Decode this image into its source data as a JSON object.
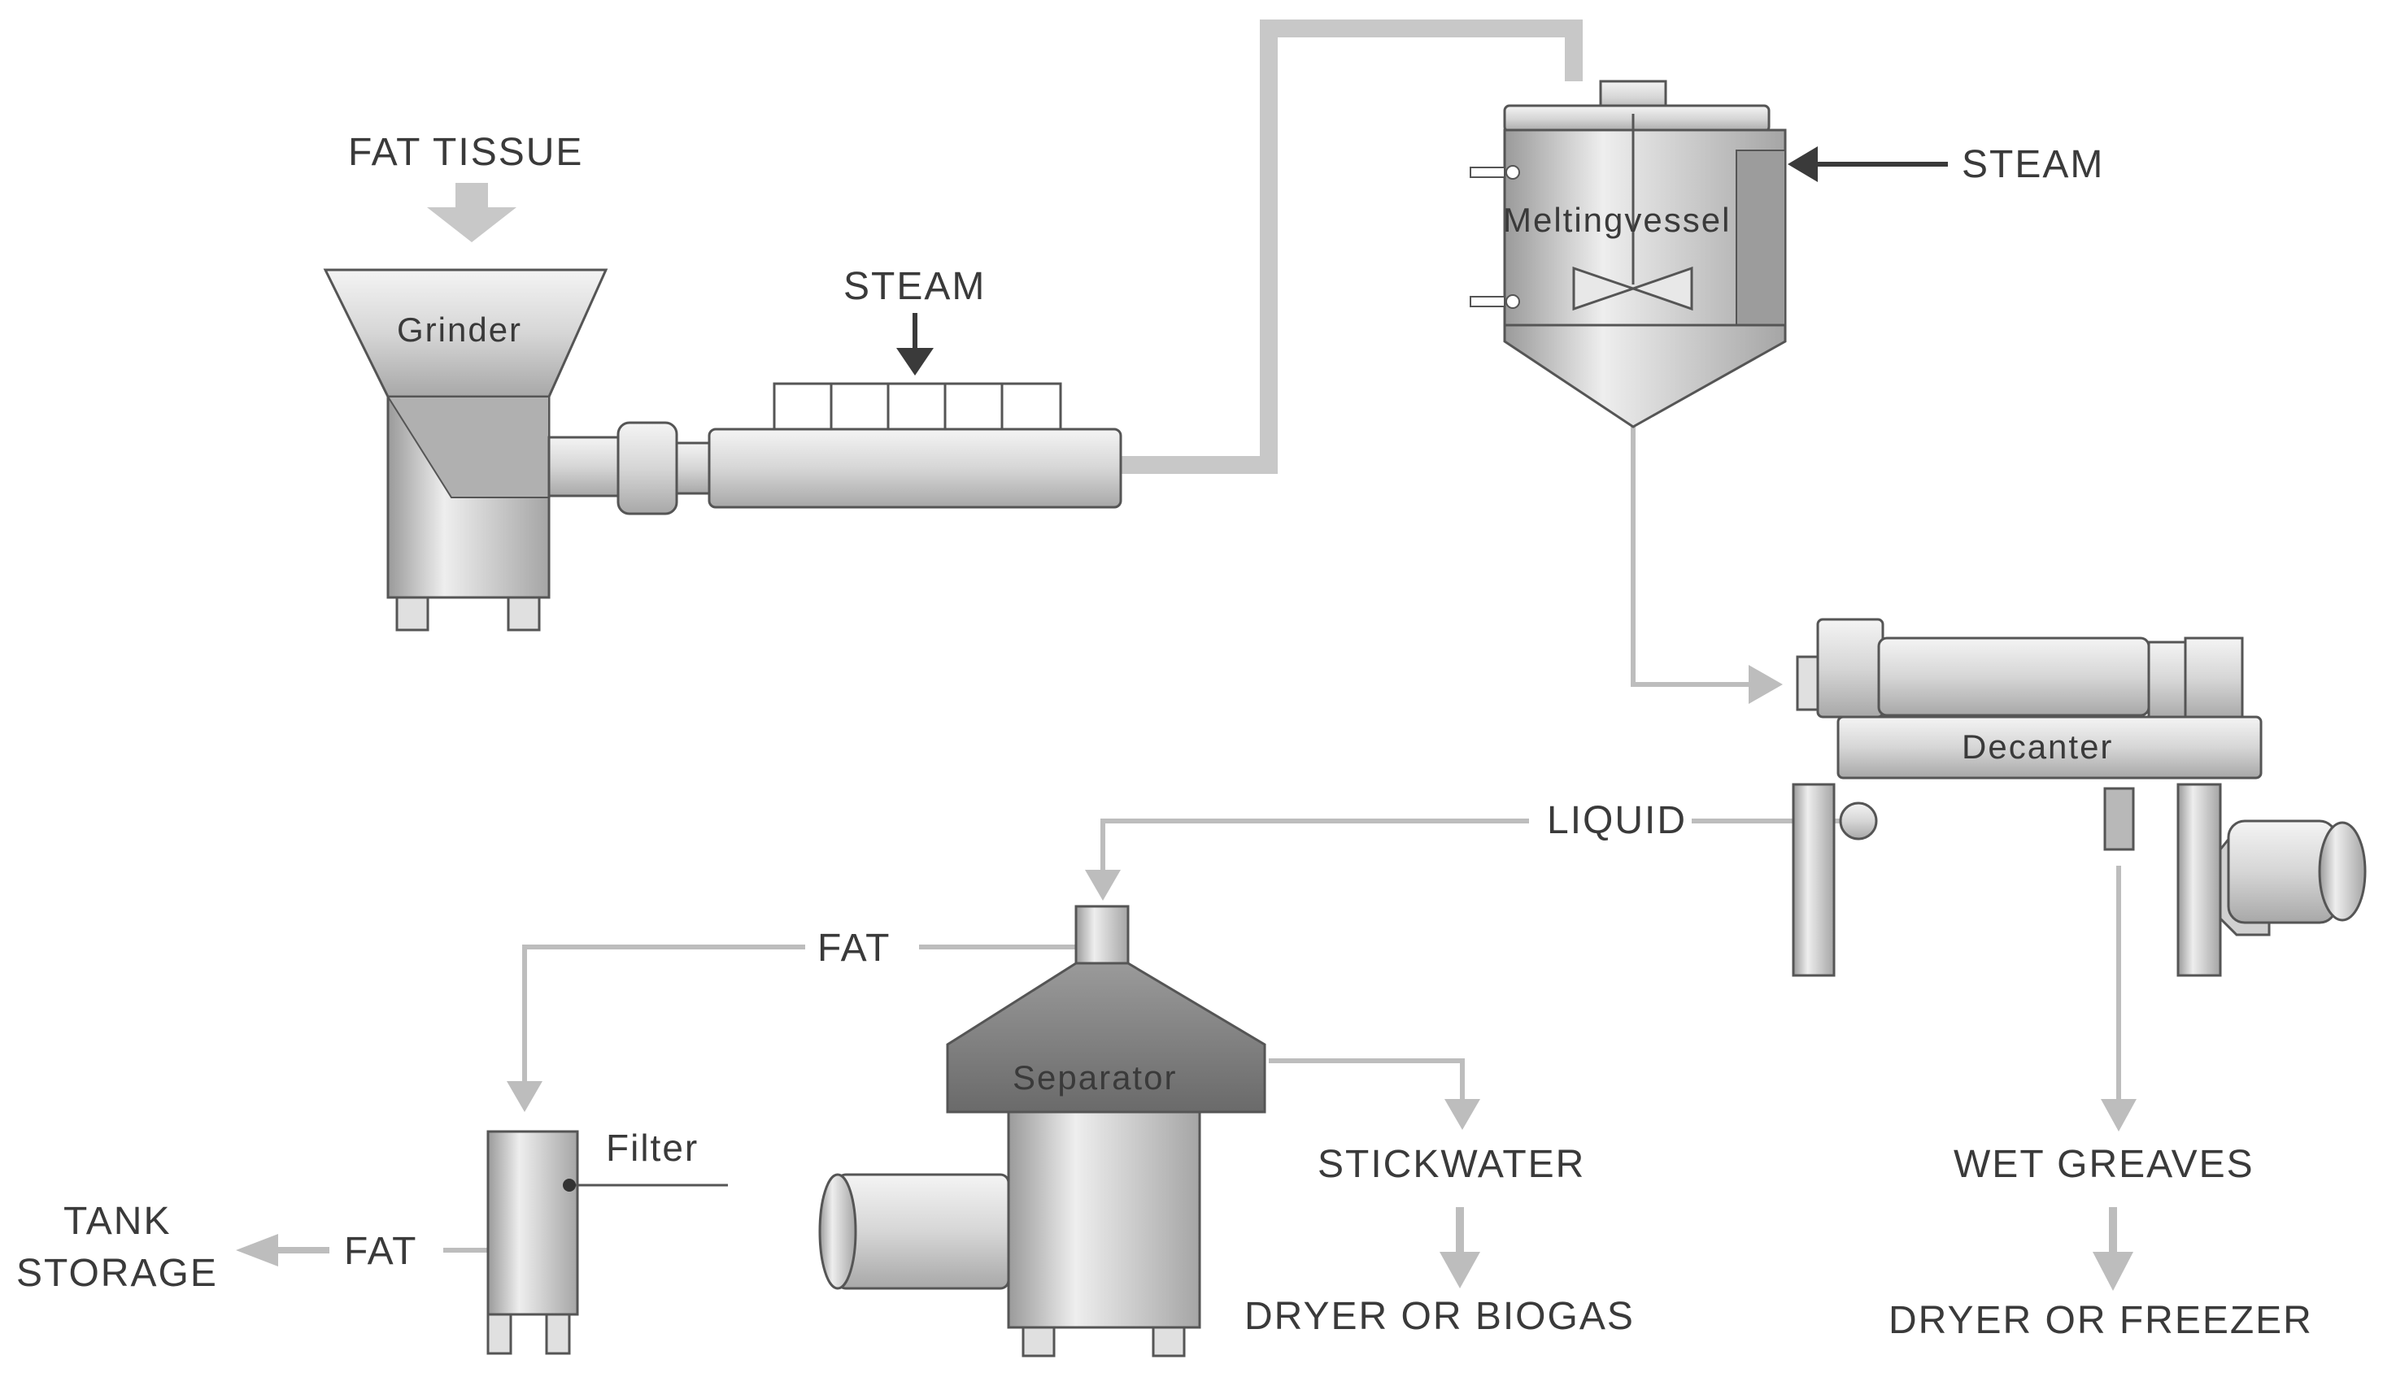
{
  "diagram": {
    "colors": {
      "flow_line": "#bdbdbd",
      "equipment_fill": "#e2e2e2",
      "equipment_dark": "#7d7d7d",
      "outline": "#555555",
      "steam_arrow": "#3a3a3a",
      "text": "#3a3a3a"
    },
    "labels": {
      "fat_tissue": "FAT TISSUE",
      "grinder": "Grinder",
      "steam_conveyor": "STEAM",
      "melting_vessel": "Meltingvessel",
      "steam_vessel": "STEAM",
      "decanter": "Decanter",
      "liquid": "LIQUID",
      "fat_top": "FAT",
      "separator": "Separator",
      "filter": "Filter",
      "fat_bottom": "FAT",
      "tank_storage_line1": "TANK",
      "tank_storage_line2": "STORAGE",
      "stickwater": "STICKWATER",
      "dryer_or_biogas": "DRYER OR BIOGAS",
      "wet_greaves": "WET GREAVES",
      "dryer_or_freezer": "DRYER OR FREEZER"
    }
  }
}
